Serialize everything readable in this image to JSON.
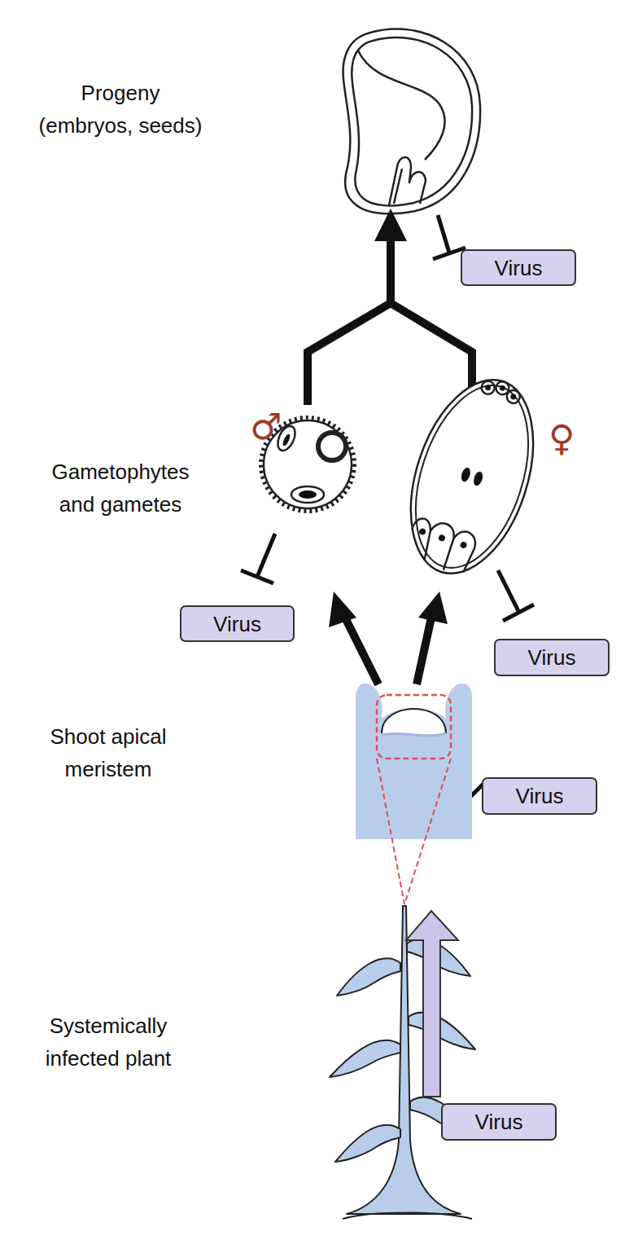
{
  "diagram": {
    "nodes": [
      {
        "text": [
          "Virus"
        ]
      },
      {
        "text": [
          "Virus"
        ]
      },
      {
        "text": [
          "Virus"
        ]
      },
      {
        "text": [
          "Virus"
        ]
      },
      {
        "text": [
          "Virus"
        ]
      }
    ],
    "labels": [
      "Progeny (embryos, seeds)",
      "♂",
      "♀",
      "Gametophytes and gametes",
      "Shoot apical meristem",
      "Systemically infected plant"
    ]
  }
}
